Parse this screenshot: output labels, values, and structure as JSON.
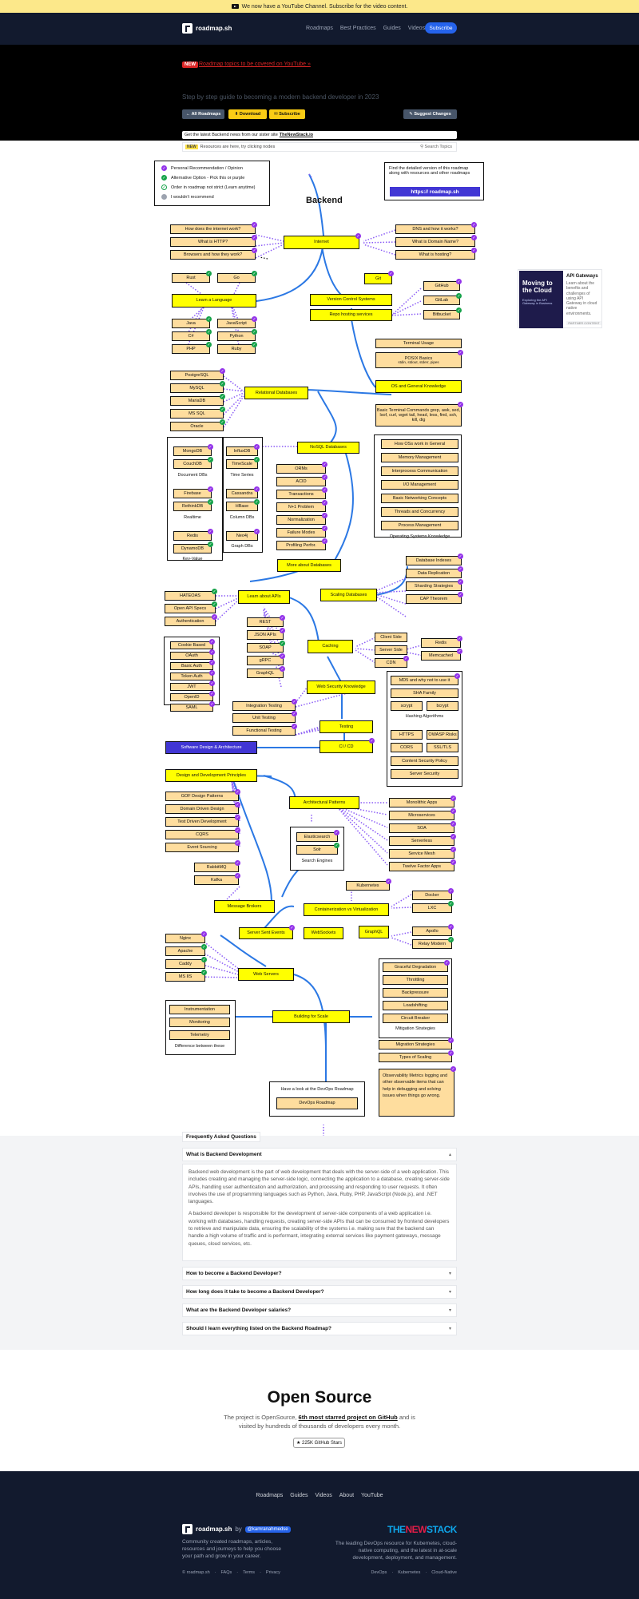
{
  "announcement": "We now have a YouTube Channel. Subscribe for the video content.",
  "nav": {
    "brand": "roadmap.sh",
    "links": [
      "Roadmaps",
      "Best Practices",
      "Guides",
      "Videos"
    ],
    "subscribe": "Subscribe"
  },
  "hero": {
    "badge": "NEW",
    "yt_link": "Roadmap topics to be covered on YouTube »",
    "subtitle": "Step by step guide to becoming a modern backend developer in 2023",
    "buttons": {
      "all": "← All Roadmaps",
      "download": "⬇ Download",
      "subscribe": "✉ Subscribe",
      "suggest": "✎ Suggest Changes"
    },
    "news": "Get the latest Backend news from our sister site",
    "news_link": "TheNewStack.io",
    "resources_badge": "NEW",
    "resources_text": "Resources are here, try clicking nodes",
    "search_topics": "⚲ Search Topics"
  },
  "roadmap": {
    "title": "Backend",
    "legend": [
      {
        "mark": "purple",
        "text": "Personal Recommendation / Opinion"
      },
      {
        "mark": "green",
        "text": "Alternative Option - Pick this or purple"
      },
      {
        "mark": "green",
        "text": "Order in roadmap not strict (Learn anytime)"
      },
      {
        "mark": "grey",
        "text": "I wouldn't recommend"
      }
    ],
    "detailed_text": "Find the detailed version of this roadmap along with resources and other roadmaps",
    "detailed_link": "https:// roadmap.sh",
    "nodes": {
      "internet": "Internet",
      "how_internet": "How does the internet work?",
      "http": "What is HTTP?",
      "browsers": "Browsers and how they work?",
      "dns": "DNS and how it works?",
      "domain": "What is Domain Name?",
      "hosting": "What is hosting?",
      "learn_language": "Learn a Language",
      "rust": "Rust",
      "go": "Go",
      "java": "Java",
      "javascript": "JavaScript",
      "csharp": "C#",
      "python": "Python",
      "php": "PHP",
      "ruby": "Ruby",
      "vcs": "Version Control Systems",
      "git": "Git",
      "repo_hosting": "Repo hosting services",
      "github": "GitHub",
      "gitlab": "GitLab",
      "bitbucket": "Bitbucket",
      "terminal": "Terminal Usage",
      "posix": "POSIX Basics",
      "posix_sub": "stdin, stdout, stderr, pipes",
      "os_general": "OS and General Knowledge",
      "basic_terminal": "Basic Terminal Commands grep, awk, sed, lsof, curl, wget tail, head, less, find, ssh, kill, dig",
      "how_os": "How OSs work in General",
      "memory": "Memory Management",
      "ipc": "Interprocess Communication",
      "io": "I/O Management",
      "networking": "Basic Networking Concepts",
      "threads": "Threads and Concurrency",
      "process": "Process Management",
      "os_knowledge": "Operating Systems Knowledge",
      "relational": "Relational Databases",
      "postgres": "PostgreSQL",
      "mysql": "MySQL",
      "mariadb": "MariaDB",
      "mssql": "MS SQL",
      "oracle": "Oracle",
      "nosql": "NoSQL Databases",
      "mongodb": "MongoDB",
      "couchdb": "CouchDB",
      "document_dbs": "Document DBs",
      "influxdb": "InfluxDB",
      "timescale": "TimeScale",
      "time_series": "Time Series",
      "firebase": "Firebase",
      "rethinkdb": "RethinkDB",
      "realtime": "Realtime",
      "cassandra": "Cassandra",
      "hbase": "HBase",
      "column_dbs": "Column DBs",
      "redis": "Redis",
      "dynamodb": "DynamoDB",
      "key_value": "Key-Value",
      "neo4j": "Neo4j",
      "graph_dbs": "Graph DBs",
      "orms": "ORMs",
      "acid": "ACID",
      "transactions": "Transactions",
      "n1": "N+1 Problem",
      "normalization": "Normalization",
      "failure_modes": "Failure Modes",
      "profiling": "Profiling Perfor.",
      "more_db": "More about Databases",
      "scaling_db": "Scaling Databases",
      "db_indexes": "Database Indexes",
      "replication": "Data Replication",
      "sharding": "Sharding Strategies",
      "cap": "CAP Theorem",
      "learn_apis": "Learn about APIs",
      "hateoas": "HATEOAS",
      "openapi": "Open API Specs",
      "authentication": "Authentication",
      "cookie": "Cookie Based",
      "oauth": "OAuth",
      "basic_auth": "Basic Auth",
      "token_auth": "Token Auth",
      "jwt": "JWT",
      "openid": "OpenID",
      "saml": "SAML",
      "rest": "REST",
      "json_apis": "JSON APIs",
      "soap": "SOAP",
      "grpc": "gRPC",
      "graphql_api": "GraphQL",
      "caching": "Caching",
      "client_side": "Client Side",
      "server_side": "Server Side",
      "cdn": "CDN",
      "redis_cache": "Redis",
      "memcached": "Memcached",
      "web_security": "Web Security Knowledge",
      "md5": "MD5 and why not to use it",
      "sha": "SHA Family",
      "scrypt": "scrypt",
      "bcrypt": "bcrypt",
      "hashing": "Hashing Algorithms",
      "https": "HTTPS",
      "owasp": "OWASP Risks",
      "cors": "CORS",
      "ssl": "SSL/TLS",
      "csp": "Content Security Policy",
      "server_security": "Server Security",
      "testing": "Testing",
      "integration": "Integration Testing",
      "unit": "Unit Testing",
      "functional": "Functional Testing",
      "cicd": "CI / CD",
      "software_design": "Software Design & Architecture",
      "design_principles": "Design and Development Principles",
      "gof": "GOF Design Patterns",
      "ddd": "Domain Driven Design",
      "tdd": "Test Driven Development",
      "cqrs": "CQRS",
      "event_sourcing": "Event Sourcing",
      "arch_patterns": "Architectural Patterns",
      "monolithic": "Monolithic Apps",
      "microservices": "Microservices",
      "soa": "SOA",
      "serverless": "Serverless",
      "service_mesh": "Service Mesh",
      "twelve_factor": "Twelve Factor Apps",
      "elasticsearch": "Elasticsearch",
      "solr": "Solr",
      "search_engines": "Search Engines",
      "rabbitmq": "RabbitMQ",
      "kafka": "Kafka",
      "message_brokers": "Message Brokers",
      "kubernetes": "Kubernetes",
      "containerization": "Containerization vs Virtualization",
      "docker": "Docker",
      "lxc": "LXC",
      "sse": "Server Sent Events",
      "websockets": "WebSockets",
      "graphql": "GraphQL",
      "apollo": "Apollo",
      "relay": "Relay Modern",
      "nginx": "Nginx",
      "apache": "Apache",
      "caddy": "Caddy",
      "msiis": "MS IIS",
      "web_servers": "Web Servers",
      "instrumentation": "Instrumentation",
      "monitoring": "Monitoring",
      "telemetry": "Telemetry",
      "diff_these": "Difference between these",
      "building_scale": "Building for Scale",
      "graceful": "Graceful Degradation",
      "throttling": "Throttling",
      "backpressure": "Backpressure",
      "loadshifting": "Loadshifting",
      "circuit_breaker": "Circuit Breaker",
      "mitigation": "Mitigation Strategies",
      "migration": "Migration Strategies",
      "types_scaling": "Types of Scaling",
      "observability": "Observability Metrics logging and other observable items that can help in debugging and solving issues when things go wrong.",
      "devops_text": "Have a look at the DevOps Roadmap",
      "devops_btn": "DevOps Roadmap"
    }
  },
  "ad": {
    "image_title": "Moving to the Cloud",
    "image_sub": "Exploring the API Gateway in Business",
    "title": "API Gateways",
    "desc": "Learn about the benefits and challenges of using API Gateway in cloud native environments.",
    "footer": "PARTNER CONTENT"
  },
  "faq": {
    "label": "Frequently Asked Questions",
    "open_q": "What is Backend Development",
    "answer_p1": "Backend web development is the part of web development that deals with the server-side of a web application. This includes creating and managing the server-side logic, connecting the application to a database, creating server-side APIs, handling user authentication and authorization, and processing and responding to user requests. It often involves the use of programming languages such as Python, Java, Ruby, PHP, JavaScript (Node.js), and .NET languages.",
    "answer_p2": "A backend developer is responsible for the development of server-side components of a web application i.e. working with databases, handling requests, creating server-side APIs that can be consumed by frontend developers to retrieve and manipulate data, ensuring the scalability of the systems i.e. making sure that the backend can handle a high volume of traffic and is performant, integrating external services like payment gateways, message queues, cloud services, etc.",
    "questions": [
      "How to become a Backend Developer?",
      "How long does it take to become a Backend Developer?",
      "What are the Backend Developer salaries?",
      "Should I learn everything listed on the Backend Roadmap?"
    ]
  },
  "open_source": {
    "title": "Open Source",
    "desc_pre": "The project is OpenSource,",
    "desc_link": "6th most starred project on GitHub",
    "desc_post": "and is visited by hundreds of thousands of developers every month.",
    "stars": "★ 225K GitHub Stars"
  },
  "footer": {
    "links": [
      "Roadmaps",
      "Guides",
      "Videos",
      "About",
      "YouTube"
    ],
    "brand": "roadmap.sh",
    "by": "by",
    "author": "@kamranahmedse",
    "desc": "Community created roadmaps, articles, resources and journeys to help you choose your path and grow in your career.",
    "copy": [
      "© roadmap.sh",
      "·",
      "FAQs",
      "·",
      "Terms",
      "·",
      "Privacy"
    ],
    "tns_a": "THE",
    "tns_b": "NEW",
    "tns_c": "STACK",
    "tns_desc": "The leading DevOps resource for Kubernetes, cloud-native computing, and the latest in at-scale development, deployment, and management.",
    "tns_links": [
      "DevOps",
      "·",
      "Kubernetes",
      "·",
      "Cloud-Native"
    ]
  }
}
